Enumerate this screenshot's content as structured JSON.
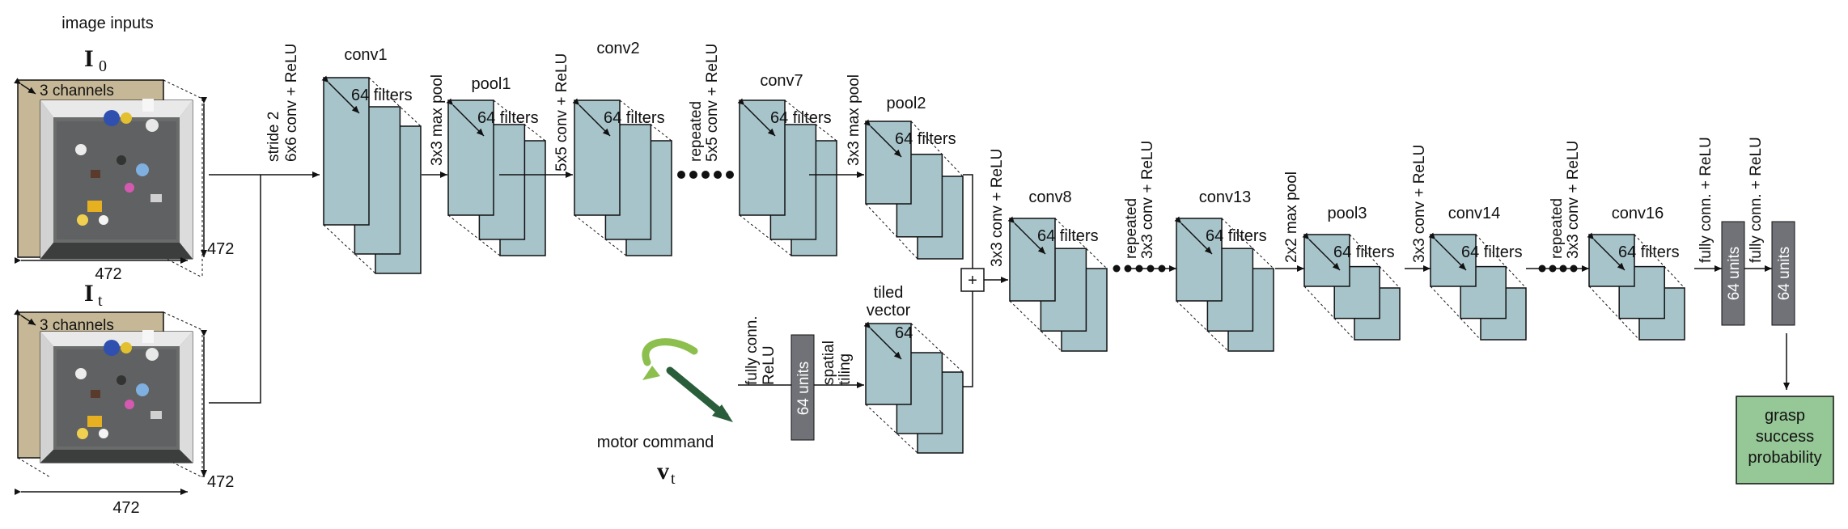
{
  "inputs": {
    "header": "image inputs",
    "image0": {
      "symbol": "I",
      "subscript": "0",
      "channels": "3 channels",
      "width": "472",
      "height": "472"
    },
    "imaget": {
      "symbol": "I",
      "subscript": "t",
      "channels": "3 channels",
      "width": "472",
      "height": "472"
    }
  },
  "ops": {
    "conv1_op": [
      "stride 2",
      "6x6 conv + ReLU"
    ],
    "pool1_op": "3x3 max pool",
    "conv2_op": "5x5 conv + ReLU",
    "rep1_op": [
      "repeated",
      "5x5 conv + ReLU"
    ],
    "pool2_op": "3x3 max pool",
    "conv8_op": "3x3 conv + ReLU",
    "rep2_op": [
      "repeated",
      "3x3 conv + ReLU"
    ],
    "pool3_op": "2x2 max pool",
    "conv14_op": "3x3 conv + ReLU",
    "rep3_op": [
      "repeated",
      "3x3 conv + ReLU"
    ],
    "fc1_op": "fully conn. + ReLU",
    "fc2_op": "fully conn. + ReLU",
    "motor_fc_op": [
      "fully conn.",
      "ReLU"
    ],
    "tiling_op": [
      "spatial",
      "tiling"
    ]
  },
  "layers": {
    "conv1": {
      "name": "conv1",
      "filters": "64 filters"
    },
    "pool1": {
      "name": "pool1",
      "filters": "64 filters"
    },
    "conv2": {
      "name": "conv2",
      "filters": "64 filters"
    },
    "conv7": {
      "name": "conv7",
      "filters": "64 filters"
    },
    "pool2": {
      "name": "pool2",
      "filters": "64 filters"
    },
    "conv8": {
      "name": "conv8",
      "filters": "64 filters"
    },
    "conv13": {
      "name": "conv13",
      "filters": "64 filters"
    },
    "pool3": {
      "name": "pool3",
      "filters": "64 filters"
    },
    "conv14": {
      "name": "conv14",
      "filters": "64 filters"
    },
    "conv16": {
      "name": "conv16",
      "filters": "64 filters"
    },
    "tiled": {
      "name": [
        "tiled",
        "vector"
      ],
      "filters": "64"
    }
  },
  "units": {
    "motor_units": "64 units",
    "fc1_units": "64 units",
    "fc2_units": "64 units"
  },
  "motor": {
    "label": "motor command",
    "symbol": "v",
    "subscript": "t"
  },
  "merge_symbol": "+",
  "output": {
    "lines": [
      "grasp",
      "success",
      "probability"
    ]
  },
  "colors": {
    "layer_fill": "#a7c4cb",
    "unit_fill": "#707277",
    "output_fill": "#96c796",
    "image_backdrop": "#c6b896",
    "motor_arc": "#8cbf4e",
    "motor_arrow": "#2a5e3a"
  }
}
